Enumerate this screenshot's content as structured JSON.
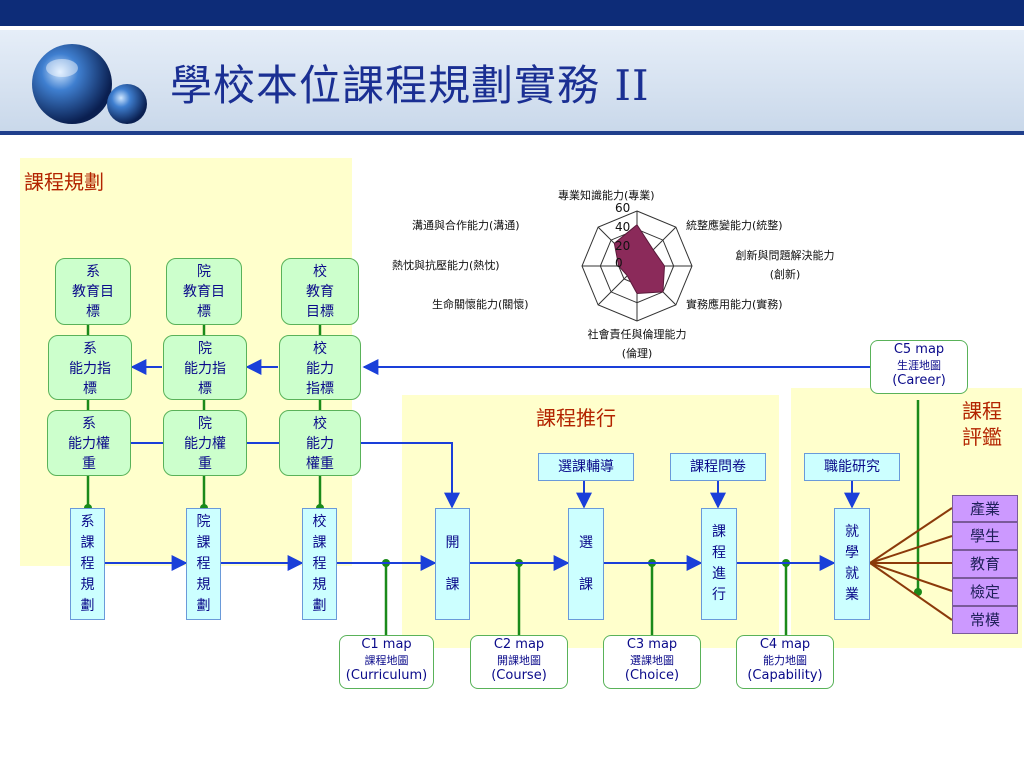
{
  "title": "學校本位課程規劃實務 II",
  "regions": {
    "planning": "課程規劃",
    "implementation": "課程推行",
    "evaluation": "課程\n評鑑"
  },
  "radar": {
    "ticks": [
      "60",
      "40",
      "20",
      "0"
    ],
    "axes": [
      "專業知識能力(專業)",
      "統整應變能力(統整)",
      "創新與問題解決能力\n(創新)",
      "實務應用能力(實務)",
      "社會責任與倫理能力\n(倫理)",
      "生命關懷能力(關懷)",
      "熱忱與抗壓能力(熱忱)",
      "溝通與合作能力(溝通)"
    ],
    "values": [
      45,
      25,
      30,
      40,
      30,
      15,
      20,
      35
    ],
    "max": 60,
    "fill_color": "#8b2a5a"
  },
  "goals": [
    "系\n教育目\n標",
    "院\n教育目\n標",
    "校\n教育\n目標"
  ],
  "indicators": [
    "系\n能力指\n標",
    "院\n能力指\n標",
    "校\n能力\n指標"
  ],
  "weights": [
    "系\n能力權\n重",
    "院\n能力權\n重",
    "校\n能力\n權重"
  ],
  "planning_boxes": [
    "系\n課\n程\n規\n劃",
    "院\n課\n程\n規\n劃",
    "校\n課\n程\n規\n劃"
  ],
  "flow_boxes": [
    "開\n\n課",
    "選\n\n課",
    "課\n程\n進\n行",
    "就\n學\n就\n業"
  ],
  "top_boxes": [
    "選課輔導",
    "課程問卷",
    "職能研究"
  ],
  "maps": {
    "c1": {
      "code": "C1 map",
      "zh": "課程地圖",
      "en": "(Curriculum)"
    },
    "c2": {
      "code": "C2 map",
      "zh": "開課地圖",
      "en": "(Course)"
    },
    "c3": {
      "code": "C3 map",
      "zh": "選課地圖",
      "en": "(Choice)"
    },
    "c4": {
      "code": "C4 map",
      "zh": "能力地圖",
      "en": "(Capability)"
    },
    "c5": {
      "code": "C5 map",
      "zh": "生涯地圖",
      "en": "(Career)"
    }
  },
  "stakeholders": [
    "產業",
    "學生",
    "教育",
    "檢定",
    "常模"
  ],
  "colors": {
    "header": "#0d2c78",
    "title": "#1a2f93",
    "region": "#ffffcc",
    "green": "#1a8a1a",
    "blue": "#1a3fd9",
    "brown": "#8b3a0a"
  }
}
